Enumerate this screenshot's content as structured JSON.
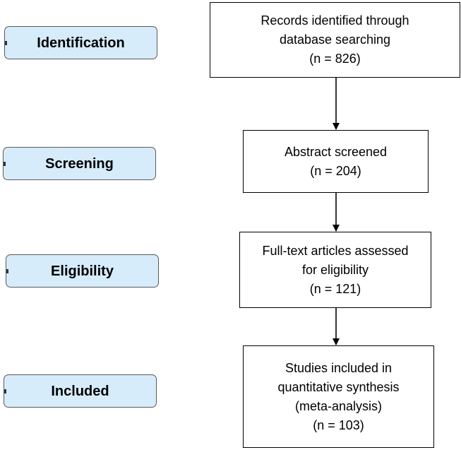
{
  "stages": [
    {
      "id": "identification",
      "label": "Identification"
    },
    {
      "id": "screening",
      "label": "Screening"
    },
    {
      "id": "eligibility",
      "label": "Eligibility"
    },
    {
      "id": "included",
      "label": "Included"
    }
  ],
  "boxes": {
    "records_identified": {
      "lines": [
        "Records identified through",
        "database searching",
        "(n = 826)"
      ]
    },
    "abstract_screened": {
      "lines": [
        "Abstract screened",
        "(n = 204)"
      ]
    },
    "fulltext_assessed": {
      "lines": [
        "Full-text articles assessed",
        "for eligibility",
        "(n = 121)"
      ]
    },
    "studies_included": {
      "lines": [
        "Studies included in",
        "quantitative synthesis",
        "(meta-analysis)",
        "(n = 103)"
      ]
    }
  },
  "colors": {
    "stage_fill": "#d6ecfb",
    "stage_border": "#5a5a5a",
    "box_border": "#000000",
    "arrow": "#000000"
  }
}
